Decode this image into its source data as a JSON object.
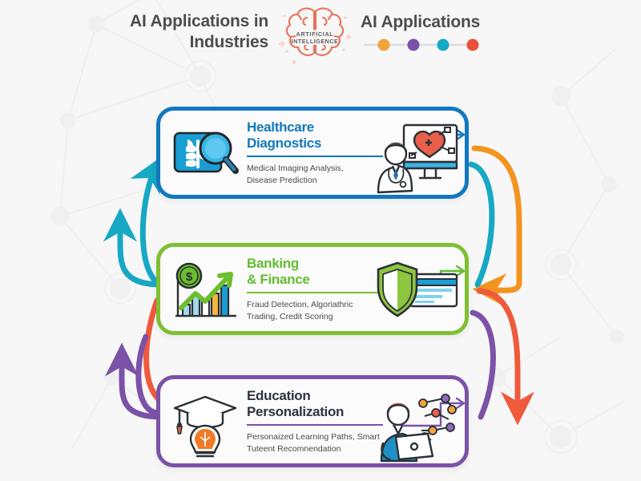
{
  "header": {
    "title_left": "AI Applications\nin Industries",
    "title_right": "AI Applications",
    "logo": {
      "line1": "ARTIFICIAL",
      "line2": "INTELLIGENCE",
      "icon": "brain-icon",
      "color": "#e8735a"
    },
    "dots": [
      {
        "name": "dot-orange",
        "color": "#f2a33c"
      },
      {
        "name": "dot-purple",
        "color": "#7b52a8"
      },
      {
        "name": "dot-teal",
        "color": "#17a8c4"
      },
      {
        "name": "dot-red",
        "color": "#e8503a"
      }
    ],
    "dot_line_color": "#d8d8d8"
  },
  "cards": [
    {
      "id": "healthcare",
      "title": "Healthcare\nDiagnostics",
      "subtitle": "Medical Imaging Analysis,\nDisease Prediction",
      "border_color": "#1278be",
      "title_color": "#1278be",
      "rule_color": "#1278be",
      "arrow_color": "#1278be",
      "left_icon": "xray-magnifier-icon",
      "right_icon": "doctor-monitor-heart-icon"
    },
    {
      "id": "banking",
      "title": "Banking\n& Finance",
      "subtitle": "Fraud Detection, Algoriathric\nTrading, Credit Scoring",
      "border_color": "#7fbf32",
      "title_color": "#61bc2e",
      "rule_color": "#7fbf32",
      "arrow_color": "#61bc2e",
      "left_icon": "dollar-growth-chart-icon",
      "right_icon": "shield-credit-card-icon"
    },
    {
      "id": "education",
      "title": "Education\nPersonalization",
      "subtitle": "Personaized Learning Paths, Smart\nTuteent Recomnendation",
      "border_color": "#7b52a8",
      "title_color": "#2e3440",
      "rule_color": "#7b52a8",
      "arrow_color": "#7b52a8",
      "left_icon": "graduation-cap-lightbulb-icon",
      "right_icon": "student-laptop-network-icon"
    }
  ],
  "connectors": [
    {
      "name": "connector-left-teal-outer",
      "color": "#17a8c4",
      "from": "banking",
      "to": "healthcare",
      "side": "left"
    },
    {
      "name": "connector-left-teal-inner",
      "color": "#17a8c4",
      "from": "banking",
      "to": "healthcare",
      "side": "left"
    },
    {
      "name": "connector-left-purple-outer",
      "color": "#7b52a8",
      "from": "education",
      "to": "banking",
      "side": "left"
    },
    {
      "name": "connector-left-red-inner",
      "color": "#e8604a",
      "from": "education",
      "to": "banking",
      "side": "left"
    },
    {
      "name": "connector-right-orange",
      "color": "#f2941f",
      "from": "healthcare",
      "to": "banking",
      "side": "right"
    },
    {
      "name": "connector-right-red",
      "color": "#ef5a3c",
      "from": "banking",
      "to": "education",
      "side": "right"
    },
    {
      "name": "connector-right-teal",
      "color": "#17a8c4",
      "from": "healthcare",
      "to": "banking",
      "side": "right"
    },
    {
      "name": "connector-right-purple",
      "color": "#7b52a8",
      "from": "banking",
      "to": "education",
      "side": "right"
    }
  ],
  "background": {
    "color": "#f7f7f7",
    "pattern": "network-nodes-pattern",
    "pattern_color": "#ebebeb"
  }
}
